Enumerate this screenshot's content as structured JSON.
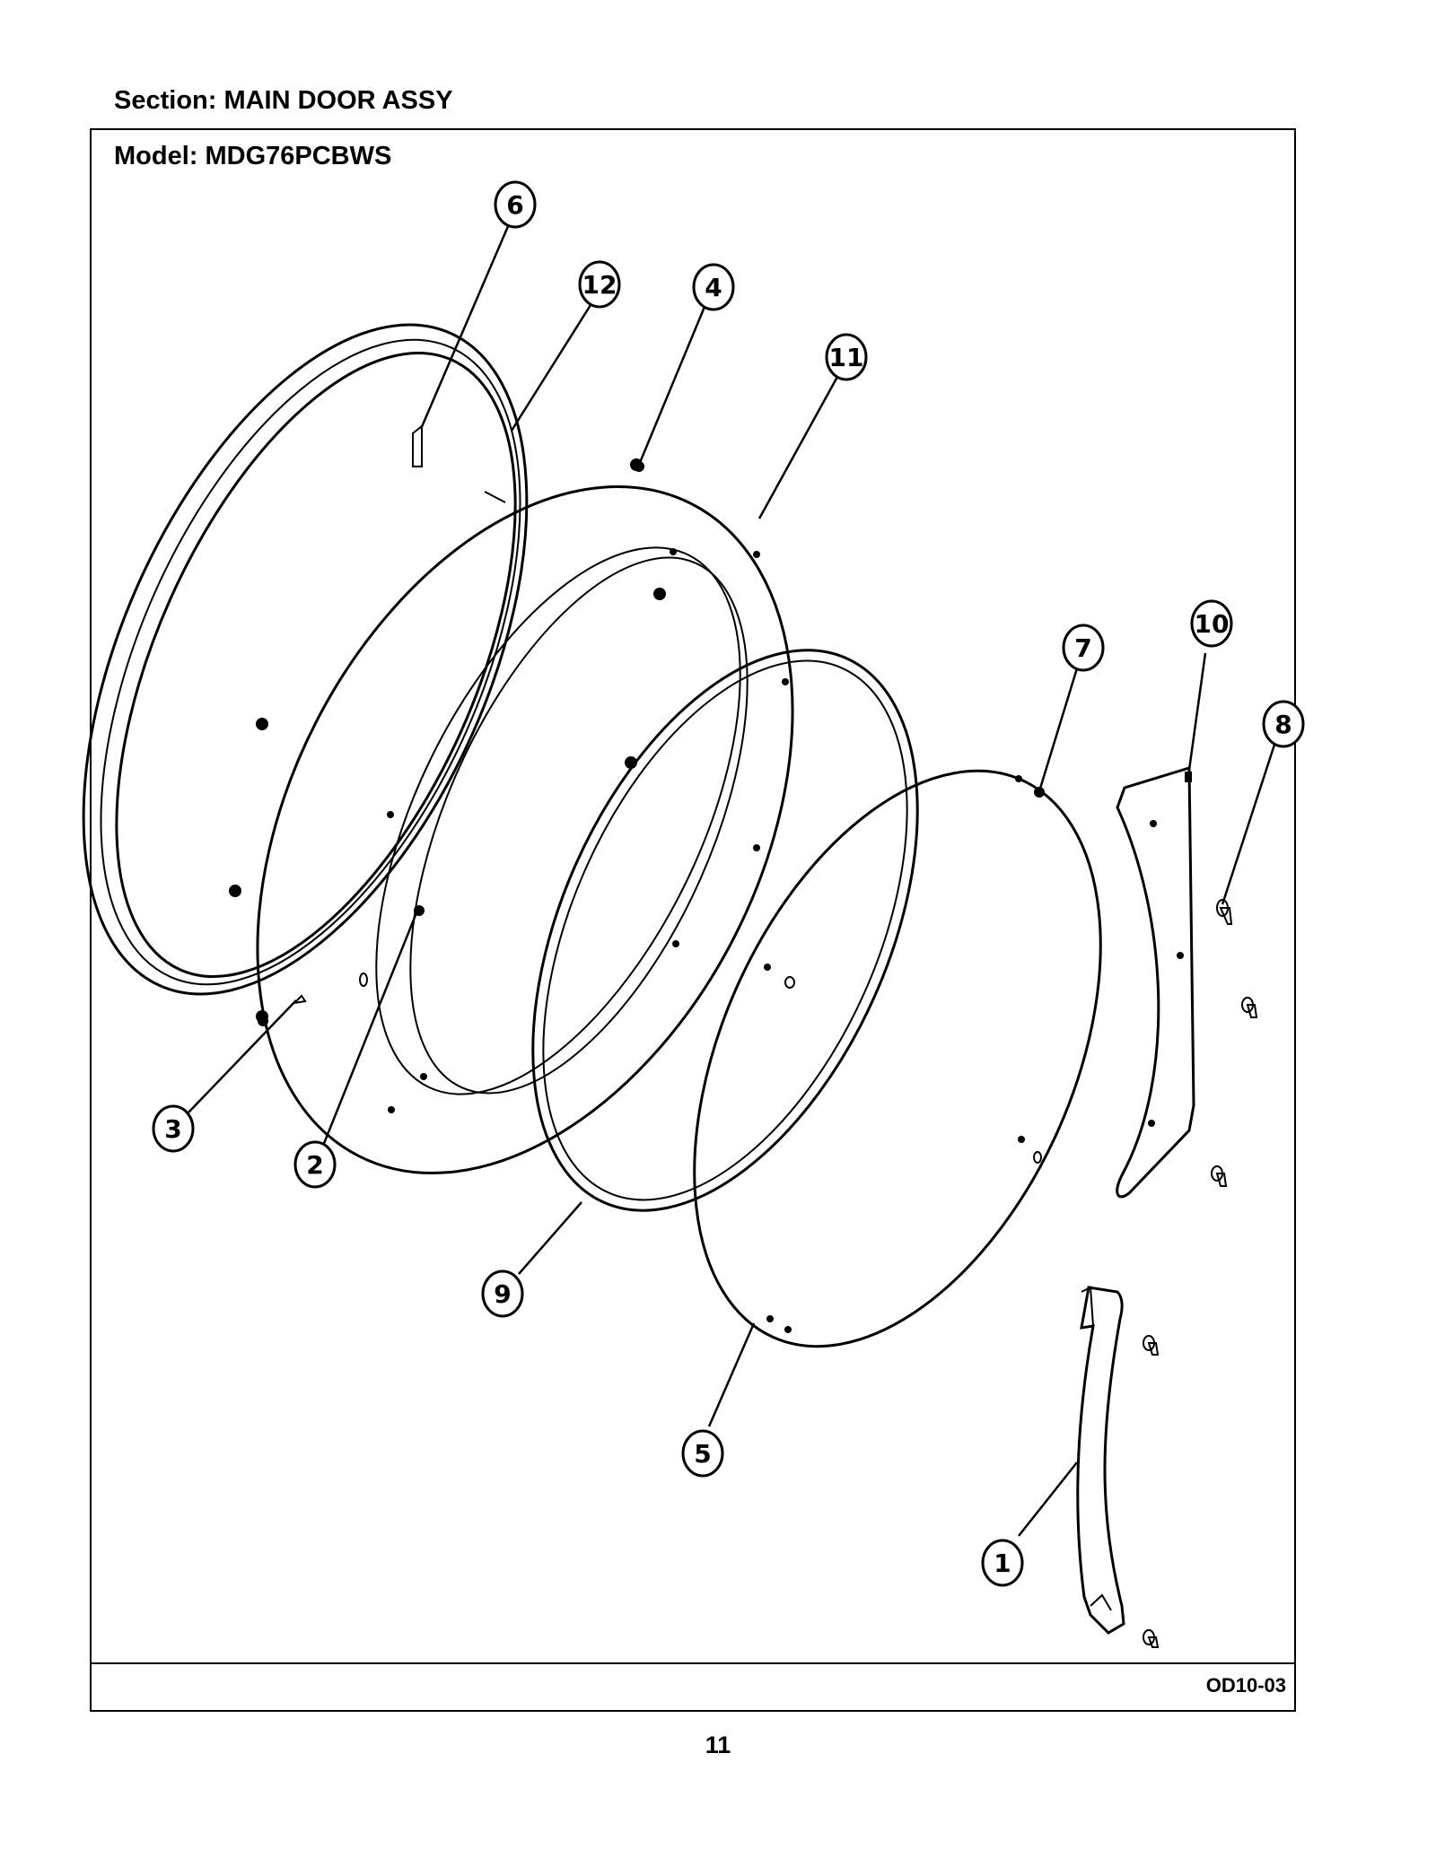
{
  "header": {
    "section_label": "Section:  MAIN DOOR ASSY"
  },
  "frame": {
    "model_label": "Model:  MDG76PCBWS",
    "figure_code": "OD10-03"
  },
  "footer": {
    "page_number": "11"
  },
  "callouts": [
    {
      "id": "callout-6",
      "label": "6"
    },
    {
      "id": "callout-12",
      "label": "12"
    },
    {
      "id": "callout-4",
      "label": "4"
    },
    {
      "id": "callout-11",
      "label": "11"
    },
    {
      "id": "callout-7",
      "label": "7"
    },
    {
      "id": "callout-10",
      "label": "10"
    },
    {
      "id": "callout-8",
      "label": "8"
    },
    {
      "id": "callout-3",
      "label": "3"
    },
    {
      "id": "callout-2",
      "label": "2"
    },
    {
      "id": "callout-9",
      "label": "9"
    },
    {
      "id": "callout-5",
      "label": "5"
    },
    {
      "id": "callout-1",
      "label": "1"
    }
  ]
}
